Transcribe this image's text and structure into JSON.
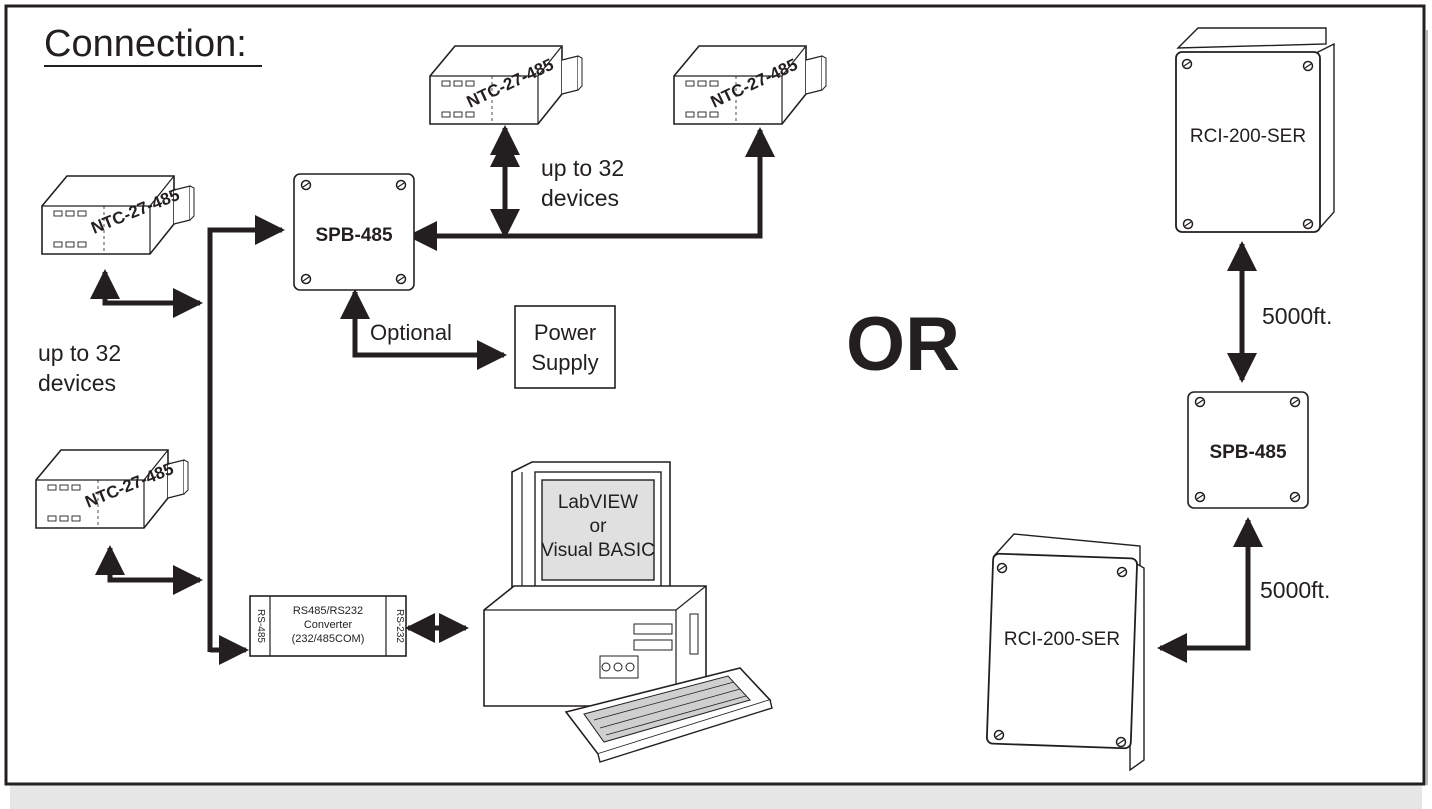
{
  "title": "Connection:",
  "colors": {
    "ink": "#231f20",
    "panel_shadow": "#e6e6e6",
    "panel_edge": "#8a8a8a",
    "paper": "#ffffff"
  },
  "left": {
    "device_label": "NTC-27-485",
    "count_line1": "up to 32",
    "count_line2": "devices",
    "optional": "Optional",
    "power_line1": "Power",
    "power_line2": "Supply",
    "converter_line1": "RS485/RS232",
    "converter_line2": "Converter",
    "converter_line3": "(232/485COM)",
    "port_485": "RS-485",
    "port_232": "RS-232",
    "screen_line1": "LabVIEW",
    "screen_line2": "or",
    "screen_line3": "Visual BASIC"
  },
  "hub_label": "SPB-485",
  "or_label": "OR",
  "right": {
    "enclosure_label": "RCI-200-SER",
    "distance_top": "5000ft.",
    "distance_bottom": "5000ft."
  },
  "icons": [
    "device-box-icon",
    "arrow-icon",
    "computer-icon",
    "keyboard-icon",
    "enclosure-icon",
    "screw-icon"
  ]
}
